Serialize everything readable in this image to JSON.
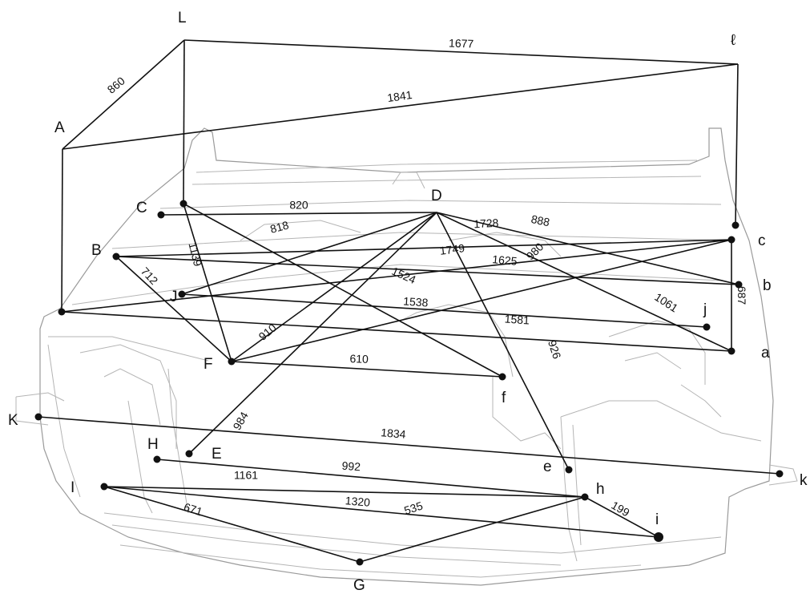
{
  "points": {
    "A": {
      "label": "A"
    },
    "L": {
      "label": "L"
    },
    "l": {
      "label": "ℓ"
    },
    "C": {
      "label": "C"
    },
    "D": {
      "label": "D"
    },
    "B": {
      "label": "B"
    },
    "J": {
      "label": "J"
    },
    "F": {
      "label": "F"
    },
    "E": {
      "label": "E"
    },
    "K": {
      "label": "K"
    },
    "H": {
      "label": "H"
    },
    "I": {
      "label": "I"
    },
    "G": {
      "label": "G"
    },
    "c": {
      "label": "c"
    },
    "b": {
      "label": "b"
    },
    "j": {
      "label": "j"
    },
    "a": {
      "label": "a"
    },
    "f": {
      "label": "f"
    },
    "e": {
      "label": "e"
    },
    "h": {
      "label": "h"
    },
    "i": {
      "label": "i"
    },
    "k": {
      "label": "k"
    }
  },
  "dimensions": [
    {
      "from": "L",
      "to": "l",
      "value": "1677"
    },
    {
      "from": "A",
      "to": "L",
      "value": "860"
    },
    {
      "from": "A",
      "to": "l",
      "value": "1841"
    },
    {
      "from": "C",
      "to": "D",
      "value": "820"
    },
    {
      "from": "D",
      "to": "b",
      "value": "888"
    },
    {
      "from": "B",
      "to": "c",
      "value": "1728"
    },
    {
      "from": "D",
      "to": "J",
      "value": "818"
    },
    {
      "from": "L",
      "to": "F",
      "value": "1139"
    },
    {
      "from": "B",
      "to": "F",
      "value": "712"
    },
    {
      "from": "A",
      "to": "c",
      "value": "1749"
    },
    {
      "from": "B",
      "to": "b",
      "value": "1625"
    },
    {
      "from": "F",
      "to": "c",
      "value": "980"
    },
    {
      "from": "D",
      "to": "a",
      "value": "1061"
    },
    {
      "from": "J",
      "to": "j",
      "value": "1538"
    },
    {
      "from": "c",
      "to": "a",
      "value": "687"
    },
    {
      "from": "A",
      "to": "a",
      "value": "1581"
    },
    {
      "from": "D",
      "to": "F",
      "value": "910"
    },
    {
      "from": "L",
      "to": "f",
      "value": "1524"
    },
    {
      "from": "F",
      "to": "f",
      "value": "610"
    },
    {
      "from": "D",
      "to": "E",
      "value": "984"
    },
    {
      "from": "D",
      "to": "e",
      "value": "926"
    },
    {
      "from": "K",
      "to": "k",
      "value": "1834"
    },
    {
      "from": "H",
      "to": "h",
      "value": "992"
    },
    {
      "from": "I",
      "to": "h",
      "value": "1161"
    },
    {
      "from": "I",
      "to": "i",
      "value": "1320"
    },
    {
      "from": "h",
      "to": "i",
      "value": "199"
    },
    {
      "from": "I",
      "to": "G",
      "value": "671"
    },
    {
      "from": "G",
      "to": "h",
      "value": "535"
    }
  ]
}
